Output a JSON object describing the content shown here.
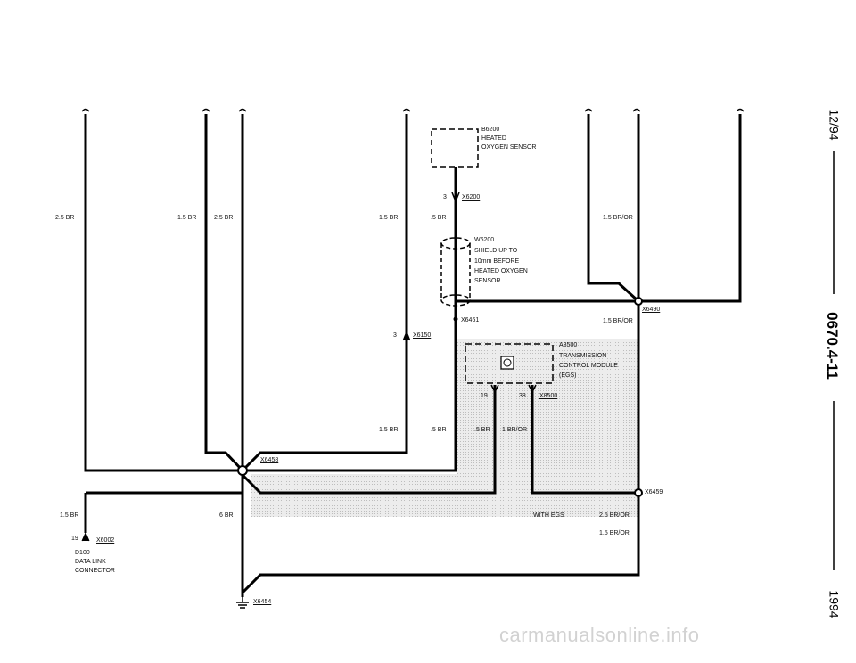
{
  "component_b6200": {
    "id": "B6200",
    "line1": "HEATED",
    "line2": "OXYGEN SENSOR"
  },
  "connector_x6200": {
    "pin": "3",
    "id": "X6200"
  },
  "shield_w6200": {
    "id": "W6200",
    "line1": "SHIELD UP TO",
    "line2": "10mm BEFORE",
    "line3": "HEATED OXYGEN",
    "line4": "SENSOR"
  },
  "connector_x6461": "X6461",
  "connector_x6490": "X6490",
  "connector_x6150": {
    "pin": "3",
    "id": "X6150"
  },
  "module_a8500": {
    "id": "A8500",
    "line1": "TRANSMISSION",
    "line2": "CONTROL MODULE",
    "line3": "(EGS)",
    "pin_left": "19",
    "pin_right": "38",
    "connector": "X8500"
  },
  "splice_x6458": "X6458",
  "splice_x6459": "X6459",
  "connector_x6002": {
    "pin": "19",
    "id": "X6002"
  },
  "component_d100": {
    "id": "D100",
    "line1": "DATA LINK",
    "line2": "CONNECTOR"
  },
  "ground_x6454": "X6454",
  "with_egs_label": "WITH EGS",
  "wire_labels": {
    "w1": "2.5 BR",
    "w2": "1.5 BR",
    "w3": "2.5 BR",
    "w4": "1.5 BR",
    "w5": ".5 BR",
    "w6": "1.5 BR/OR",
    "w7": "1.5 BR/OR",
    "w8": "1.5 BR",
    "w9": ".5 BR",
    "w10": ".5 BR",
    "w11": "1 BR/OR",
    "w12": "1.5 BR",
    "w13": "6 BR",
    "w14": "2.5 BR/OR",
    "w15": "1.5 BR/OR"
  },
  "margin": {
    "date": "12/94",
    "page": "0670.4-11",
    "year": "1994"
  },
  "watermark": "carmanualsonline.info"
}
